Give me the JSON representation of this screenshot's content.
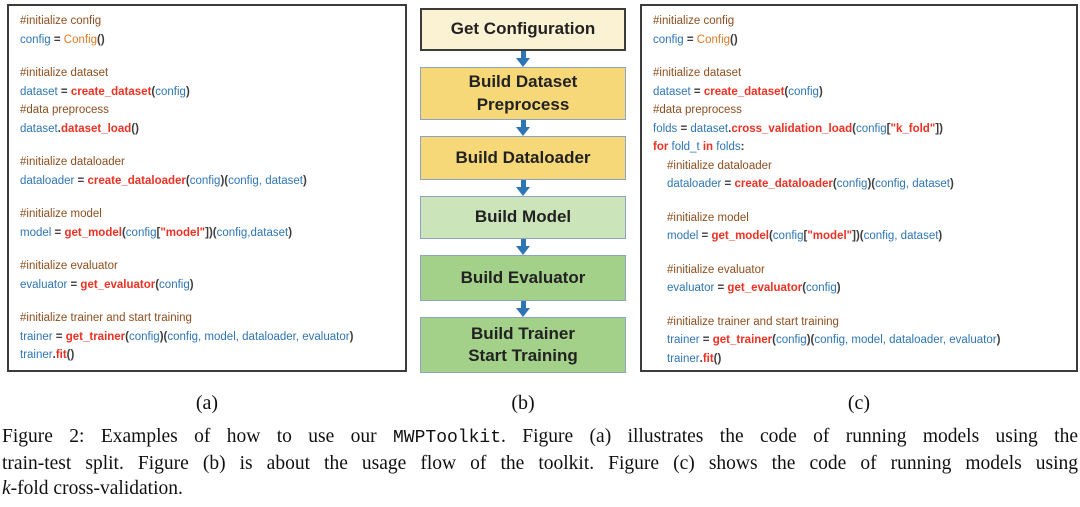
{
  "labels": {
    "a": "(a)",
    "b": "(b)",
    "c": "(c)"
  },
  "colors": {
    "comment": "#8E4E1E",
    "variable": "#2E75B6",
    "function": "#EE3123",
    "keyword": "#EE3123",
    "string": "#EE3123",
    "classname": "#E07B2A",
    "punct": "#3D3D3D",
    "arrow": "#2E75B6",
    "panel_border": "#3C3C3C"
  },
  "panel_a": {
    "lines": [
      {
        "t": [
          [
            "c",
            "#initialize config"
          ]
        ]
      },
      {
        "t": [
          [
            "v",
            "config"
          ],
          [
            "p",
            " = "
          ],
          [
            "o",
            "Config"
          ],
          [
            "p",
            "()"
          ]
        ]
      },
      {
        "blank": true
      },
      {
        "t": [
          [
            "c",
            "#initialize dataset"
          ]
        ]
      },
      {
        "t": [
          [
            "v",
            "dataset"
          ],
          [
            "p",
            " = "
          ],
          [
            "f",
            "create_dataset"
          ],
          [
            "p",
            "("
          ],
          [
            "v",
            "config"
          ],
          [
            "p",
            ")"
          ]
        ]
      },
      {
        "t": [
          [
            "c",
            "#data preprocess"
          ]
        ]
      },
      {
        "t": [
          [
            "v",
            "dataset"
          ],
          [
            "p",
            "."
          ],
          [
            "f",
            "dataset_load"
          ],
          [
            "p",
            "()"
          ]
        ]
      },
      {
        "blank": true
      },
      {
        "t": [
          [
            "c",
            "#initialize dataloader"
          ]
        ]
      },
      {
        "t": [
          [
            "v",
            "dataloader"
          ],
          [
            "p",
            " = "
          ],
          [
            "f",
            "create_dataloader"
          ],
          [
            "p",
            "("
          ],
          [
            "v",
            "config"
          ],
          [
            "p",
            ")("
          ],
          [
            "v",
            "config, dataset"
          ],
          [
            "p",
            ")"
          ]
        ]
      },
      {
        "blank": true
      },
      {
        "t": [
          [
            "c",
            "#initialize model"
          ]
        ]
      },
      {
        "t": [
          [
            "v",
            "model"
          ],
          [
            "p",
            " = "
          ],
          [
            "f",
            "get_model"
          ],
          [
            "p",
            "("
          ],
          [
            "v",
            "config"
          ],
          [
            "p",
            "["
          ],
          [
            "s",
            "\"model\""
          ],
          [
            "p",
            "])("
          ],
          [
            "v",
            "config,dataset"
          ],
          [
            "p",
            ")"
          ]
        ]
      },
      {
        "blank": true
      },
      {
        "t": [
          [
            "c",
            "#initialize evaluator"
          ]
        ]
      },
      {
        "t": [
          [
            "v",
            "evaluator"
          ],
          [
            "p",
            " = "
          ],
          [
            "f",
            "get_evaluator"
          ],
          [
            "p",
            "("
          ],
          [
            "v",
            "config"
          ],
          [
            "p",
            ")"
          ]
        ]
      },
      {
        "blank": true
      },
      {
        "t": [
          [
            "c",
            "#initialize trainer and start training"
          ]
        ]
      },
      {
        "t": [
          [
            "v",
            "trainer"
          ],
          [
            "p",
            " = "
          ],
          [
            "f",
            "get_trainer"
          ],
          [
            "p",
            "("
          ],
          [
            "v",
            "config"
          ],
          [
            "p",
            ")("
          ],
          [
            "v",
            "config, model, dataloader, evaluator"
          ],
          [
            "p",
            ")"
          ]
        ]
      },
      {
        "t": [
          [
            "v",
            "trainer"
          ],
          [
            "p",
            "."
          ],
          [
            "f",
            "fit"
          ],
          [
            "p",
            "()"
          ]
        ]
      }
    ]
  },
  "panel_c": {
    "lines": [
      {
        "t": [
          [
            "c",
            "#initialize config"
          ]
        ]
      },
      {
        "t": [
          [
            "v",
            "config"
          ],
          [
            "p",
            " = "
          ],
          [
            "o",
            "Config"
          ],
          [
            "p",
            "()"
          ]
        ]
      },
      {
        "blank": true
      },
      {
        "t": [
          [
            "c",
            "#initialize dataset"
          ]
        ]
      },
      {
        "t": [
          [
            "v",
            "dataset"
          ],
          [
            "p",
            " = "
          ],
          [
            "f",
            "create_dataset"
          ],
          [
            "p",
            "("
          ],
          [
            "v",
            "config"
          ],
          [
            "p",
            ")"
          ]
        ]
      },
      {
        "t": [
          [
            "c",
            "#data preprocess"
          ]
        ]
      },
      {
        "t": [
          [
            "v",
            "folds"
          ],
          [
            "p",
            " = "
          ],
          [
            "v",
            "dataset"
          ],
          [
            "p",
            "."
          ],
          [
            "f",
            "cross_validation_load"
          ],
          [
            "p",
            "("
          ],
          [
            "v",
            "config"
          ],
          [
            "p",
            "["
          ],
          [
            "s",
            "\"k_fold\""
          ],
          [
            "p",
            "])"
          ]
        ]
      },
      {
        "t": [
          [
            "k",
            "for "
          ],
          [
            "v",
            "fold_t"
          ],
          [
            "k",
            " in "
          ],
          [
            "v",
            "folds"
          ],
          [
            "p",
            ":"
          ]
        ]
      },
      {
        "i": 1,
        "t": [
          [
            "c",
            "#initialize dataloader"
          ]
        ]
      },
      {
        "i": 1,
        "t": [
          [
            "v",
            "dataloader"
          ],
          [
            "p",
            " = "
          ],
          [
            "f",
            "create_dataloader"
          ],
          [
            "p",
            "("
          ],
          [
            "v",
            "config"
          ],
          [
            "p",
            ")("
          ],
          [
            "v",
            "config, dataset"
          ],
          [
            "p",
            ")"
          ]
        ]
      },
      {
        "blank": true
      },
      {
        "i": 1,
        "t": [
          [
            "c",
            "#initialize model"
          ]
        ]
      },
      {
        "i": 1,
        "t": [
          [
            "v",
            "model"
          ],
          [
            "p",
            " = "
          ],
          [
            "f",
            "get_model"
          ],
          [
            "p",
            "("
          ],
          [
            "v",
            "config"
          ],
          [
            "p",
            "["
          ],
          [
            "s",
            "\"model\""
          ],
          [
            "p",
            "])("
          ],
          [
            "v",
            "config, dataset"
          ],
          [
            "p",
            ")"
          ]
        ]
      },
      {
        "blank": true
      },
      {
        "i": 1,
        "t": [
          [
            "c",
            "#initialize evaluator"
          ]
        ]
      },
      {
        "i": 1,
        "t": [
          [
            "v",
            "evaluator"
          ],
          [
            "p",
            " = "
          ],
          [
            "f",
            "get_evaluator"
          ],
          [
            "p",
            "("
          ],
          [
            "v",
            "config"
          ],
          [
            "p",
            ")"
          ]
        ]
      },
      {
        "blank": true
      },
      {
        "i": 1,
        "t": [
          [
            "c",
            "#initialize trainer and start training"
          ]
        ]
      },
      {
        "i": 1,
        "t": [
          [
            "v",
            "trainer"
          ],
          [
            "p",
            " = "
          ],
          [
            "f",
            "get_trainer"
          ],
          [
            "p",
            "("
          ],
          [
            "v",
            "config"
          ],
          [
            "p",
            ")("
          ],
          [
            "v",
            "config, model, dataloader, evaluator"
          ],
          [
            "p",
            ")"
          ]
        ]
      },
      {
        "i": 1,
        "t": [
          [
            "v",
            "trainer"
          ],
          [
            "p",
            "."
          ],
          [
            "f",
            "fit"
          ],
          [
            "p",
            "()"
          ]
        ]
      }
    ]
  },
  "flowchart": {
    "boxes": [
      {
        "lines": [
          "Get Configuration"
        ],
        "bg": "#FBF1D3",
        "border": "#3C3C3C",
        "border_w": 2,
        "h": 43
      },
      {
        "lines": [
          "Build Dataset",
          "Preprocess"
        ],
        "bg": "#F7D878",
        "border": "#8CA3C2",
        "border_w": 1.5,
        "h": 53
      },
      {
        "lines": [
          "Build Dataloader"
        ],
        "bg": "#F7D878",
        "border": "#8CA3C2",
        "border_w": 1.5,
        "h": 44
      },
      {
        "lines": [
          "Build Model"
        ],
        "bg": "#CBE4BA",
        "border": "#8CA3C2",
        "border_w": 1.5,
        "h": 43
      },
      {
        "lines": [
          "Build Evaluator"
        ],
        "bg": "#A3D189",
        "border": "#8CA3C2",
        "border_w": 1.5,
        "h": 46
      },
      {
        "lines": [
          "Build Trainer",
          "Start Training"
        ],
        "bg": "#A3D189",
        "border": "#8CA3C2",
        "border_w": 1.5,
        "h": 56
      }
    ]
  },
  "caption": {
    "lines": [
      [
        [
          "serif",
          "Figure 2: Examples of how to use our "
        ],
        [
          "mono",
          "MWPToolkit"
        ],
        [
          "serif",
          ". Figure (a) illustrates the code of running models using the"
        ]
      ],
      [
        [
          "serif",
          "train-test split. Figure (b) is about the usage flow of the toolkit. Figure (c) shows the code of running models using"
        ]
      ],
      [
        [
          "italic",
          "k"
        ],
        [
          "serif",
          "-fold cross-validation."
        ]
      ]
    ]
  }
}
